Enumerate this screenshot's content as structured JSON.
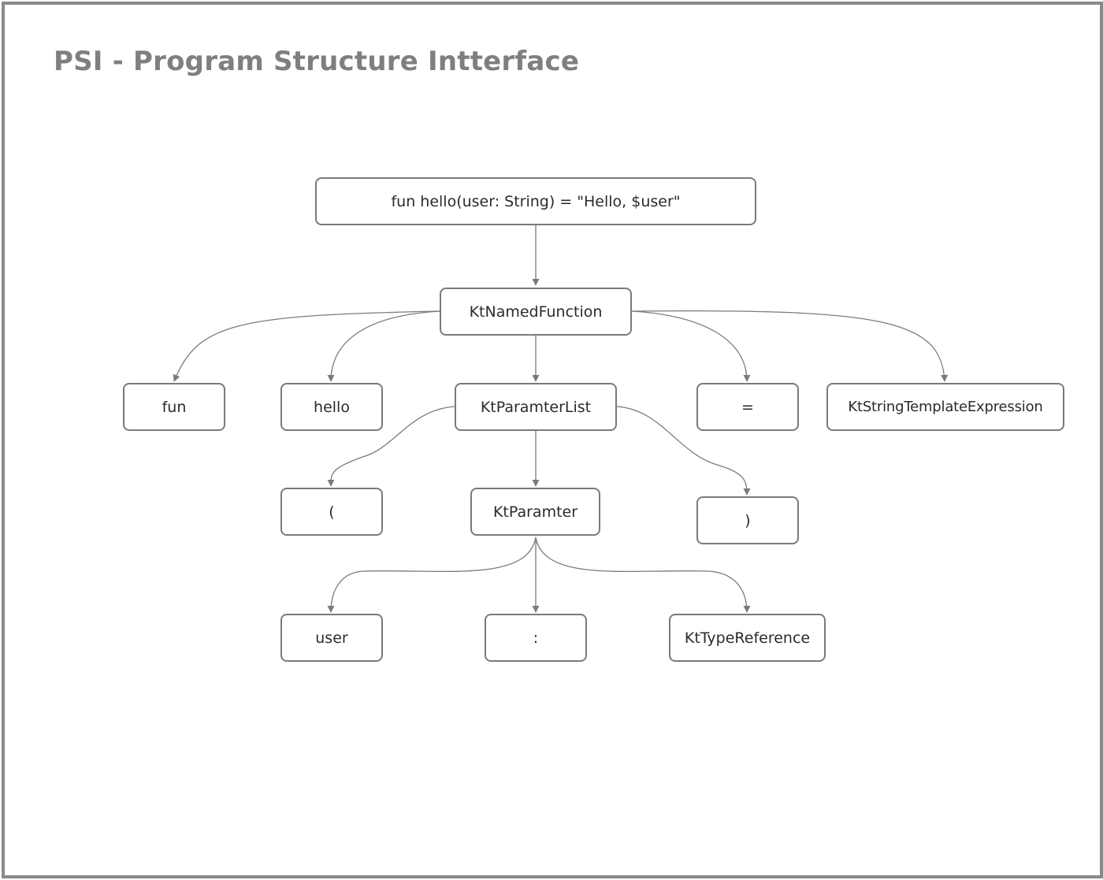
{
  "title": "PSI - Program Structure Intterface",
  "nodes": {
    "source": "fun hello(user: String) = \"Hello, $user\"",
    "named_function": "KtNamedFunction",
    "fun": "fun",
    "hello": "hello",
    "parameter_list": "KtParamterList",
    "equals": "=",
    "string_template": "KtStringTemplateExpression",
    "lparen": "(",
    "parameter": "KtParamter",
    "rparen": ")",
    "user": "user",
    "colon": ":",
    "type_reference": "KtTypeReference"
  },
  "edges": [
    [
      "source",
      "named_function"
    ],
    [
      "named_function",
      "fun"
    ],
    [
      "named_function",
      "hello"
    ],
    [
      "named_function",
      "parameter_list"
    ],
    [
      "named_function",
      "equals"
    ],
    [
      "named_function",
      "string_template"
    ],
    [
      "parameter_list",
      "lparen"
    ],
    [
      "parameter_list",
      "parameter"
    ],
    [
      "parameter_list",
      "rparen"
    ],
    [
      "parameter",
      "user"
    ],
    [
      "parameter",
      "colon"
    ],
    [
      "parameter",
      "type_reference"
    ]
  ],
  "colors": {
    "title": "#7f7f7f",
    "border": "#7a7a7a",
    "text": "#2b2b2b",
    "frame": "#8a8a8a"
  }
}
